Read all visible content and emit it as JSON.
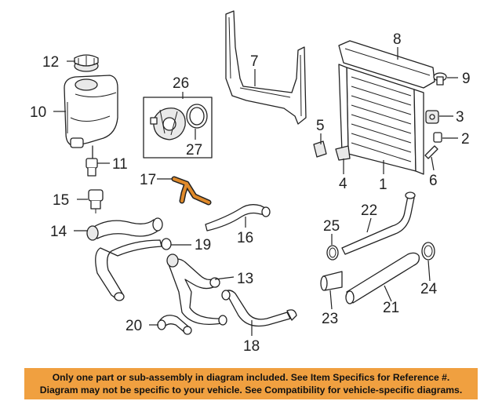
{
  "callouts": {
    "c1": "1",
    "c2": "2",
    "c3": "3",
    "c4": "4",
    "c5": "5",
    "c6": "6",
    "c7": "7",
    "c8": "8",
    "c9": "9",
    "c10": "10",
    "c11": "11",
    "c12": "12",
    "c13": "13",
    "c14": "14",
    "c15": "15",
    "c16": "16",
    "c17": "17",
    "c18": "18",
    "c19": "19",
    "c20": "20",
    "c21": "21",
    "c22": "22",
    "c23": "23",
    "c24": "24",
    "c25": "25",
    "c26": "26",
    "c27": "27"
  },
  "highlighted_part": "17",
  "colors": {
    "highlight": "#e08a2a",
    "notice_bg": "#f0a040",
    "line": "#222222"
  },
  "notice": {
    "line1": "Only one part or sub-assembly in diagram included. See Item Specifics for Reference #.",
    "line2": "Diagram may not be specific to your vehicle. See Compatibility for vehicle-specific diagrams."
  }
}
